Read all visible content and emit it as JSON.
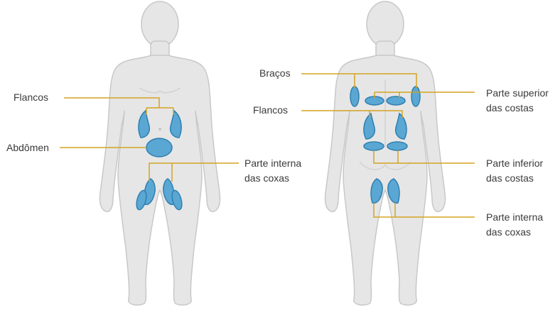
{
  "colors": {
    "body_fill": "#e6e6e6",
    "body_outline": "#c8c8c8",
    "zone_fill": "#5aa7d3",
    "zone_stroke": "#2f7fb1",
    "leader_line": "#d4a322",
    "text": "#3a3a3a"
  },
  "front_view": {
    "labels": {
      "flancos": "Flancos",
      "abdomen": "Abdômen",
      "coxas_line1": "Parte interna",
      "coxas_line2": "das coxas"
    }
  },
  "back_view": {
    "labels": {
      "bracos": "Braços",
      "flancos": "Flancos",
      "superior_line1": "Parte superior",
      "superior_line2": "das costas",
      "inferior_line1": "Parte inferior",
      "inferior_line2": "das costas",
      "coxas_line1": "Parte interna",
      "coxas_line2": "das coxas"
    }
  }
}
